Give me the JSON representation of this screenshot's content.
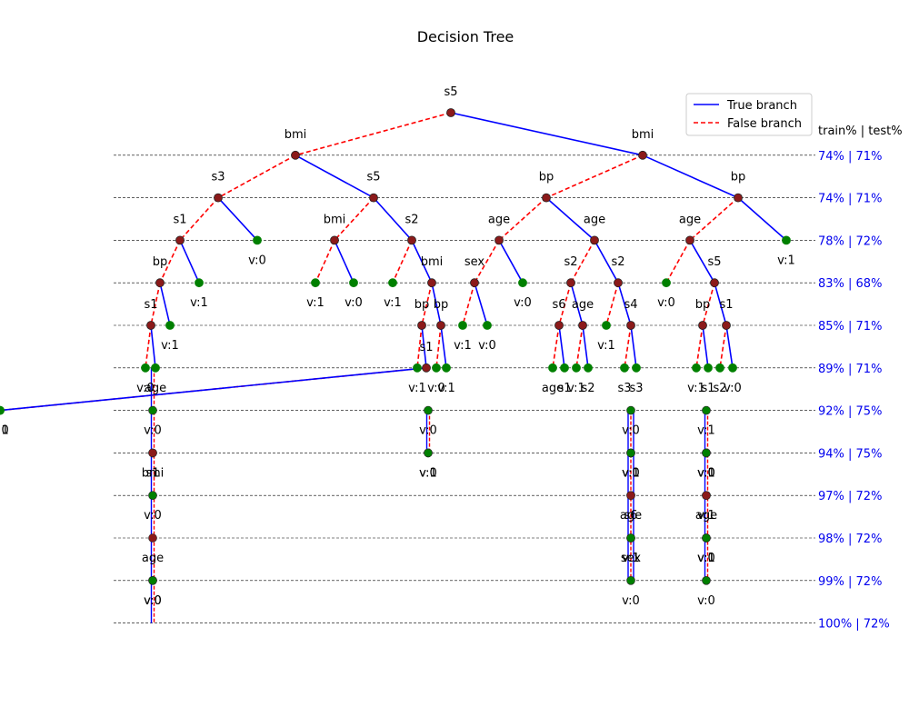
{
  "title": "Decision Tree",
  "legend": {
    "true_label": "True branch",
    "false_label": "False branch",
    "true_color": "#0000ff",
    "false_color": "#ff0000"
  },
  "colors": {
    "internal_node": "#8b1a1a",
    "leaf_node": "#008000",
    "level_text": "#0000ee",
    "guide_line": "#000000"
  },
  "level_header": "train% | test%",
  "levels": [
    "74% | 71%",
    "74% | 71%",
    "78% | 72%",
    "83% | 68%",
    "85% | 71%",
    "89% | 71%",
    "92% | 75%",
    "94% | 75%",
    "97% | 72%",
    "98% | 72%",
    "99% | 72%",
    "100% | 72%"
  ],
  "tree": {
    "label": "s5",
    "children": [
      {
        "label": "bmi",
        "children": [
          {
            "label": "s3",
            "children": [
              {
                "label": "s1",
                "children": [
                  {
                    "label": "bp",
                    "children": [
                      {
                        "label": "s1",
                        "children": [
                          {
                            "label": "v:0"
                          },
                          {
                            "label": "age"
                          }
                        ]
                      },
                      {
                        "label": "v:1"
                      }
                    ]
                  },
                  {
                    "label": "v:1"
                  }
                ]
              },
              {
                "label": "v:0"
              }
            ]
          },
          {
            "label": "s5",
            "children": [
              {
                "label": "bmi",
                "children": [
                  {
                    "label": "v:1"
                  },
                  {
                    "label": "v:0"
                  }
                ]
              },
              {
                "label": "s2",
                "children": [
                  {
                    "label": "v:1"
                  },
                  {
                    "label": "bmi",
                    "children": [
                      {
                        "label": "bp",
                        "children": [
                          {
                            "label": "v:1"
                          },
                          {
                            "label": "s1",
                            "children": [
                              {
                                "label": "v:0"
                              },
                              {
                                "label": "v:1"
                              }
                            ]
                          }
                        ]
                      },
                      {
                        "label": "bp",
                        "children": [
                          {
                            "label": "v:0"
                          },
                          {
                            "label": "v:1"
                          }
                        ]
                      }
                    ]
                  }
                ]
              }
            ]
          }
        ]
      },
      {
        "label": "bmi",
        "children": [
          {
            "label": "bp",
            "children": [
              {
                "label": "age",
                "children": [
                  {
                    "label": "sex",
                    "children": [
                      {
                        "label": "v:1"
                      },
                      {
                        "label": "v:0"
                      }
                    ]
                  },
                  {
                    "label": "v:0"
                  }
                ]
              },
              {
                "label": "age",
                "children": [
                  {
                    "label": "s2",
                    "children": [
                      {
                        "label": "s6",
                        "children": [
                          {
                            "label": "age"
                          },
                          {
                            "label": "s1"
                          }
                        ]
                      },
                      {
                        "label": "age",
                        "children": [
                          {
                            "label": "v:1"
                          },
                          {
                            "label": "s2"
                          }
                        ]
                      }
                    ]
                  },
                  {
                    "label": "s2",
                    "children": [
                      {
                        "label": "v:1"
                      },
                      {
                        "label": "s4",
                        "children": [
                          {
                            "label": "s3"
                          },
                          {
                            "label": "s3"
                          }
                        ]
                      }
                    ]
                  }
                ]
              }
            ]
          },
          {
            "label": "bp",
            "children": [
              {
                "label": "age",
                "children": [
                  {
                    "label": "v:0"
                  },
                  {
                    "label": "s5",
                    "children": [
                      {
                        "label": "bp",
                        "children": [
                          {
                            "label": "v:1"
                          },
                          {
                            "label": "s1"
                          }
                        ]
                      },
                      {
                        "label": "s1",
                        "children": [
                          {
                            "label": "s2"
                          },
                          {
                            "label": "v:0"
                          }
                        ]
                      }
                    ]
                  }
                ]
              },
              {
                "label": "v:1"
              }
            ]
          }
        ]
      }
    ]
  },
  "deep_subtrees": [
    {
      "region": "left",
      "labels": [
        "v:0",
        "bmi",
        "s1",
        "v:0",
        "age",
        "v:0",
        "v:0"
      ]
    },
    {
      "region": "middle",
      "labels": [
        "v:0",
        "v:1",
        "v:0"
      ]
    },
    {
      "region": "right-a",
      "labels": [
        "v:0",
        "v:1",
        "v:0",
        "v:1",
        "s6",
        "age",
        "sex",
        "v:1",
        "v:1",
        "v:0"
      ]
    },
    {
      "region": "right-b",
      "labels": [
        "v:1",
        "v:0",
        "v:0",
        "v:1",
        "v:1",
        "age",
        "v:0",
        "v:1",
        "v:1",
        "v:0"
      ]
    }
  ]
}
